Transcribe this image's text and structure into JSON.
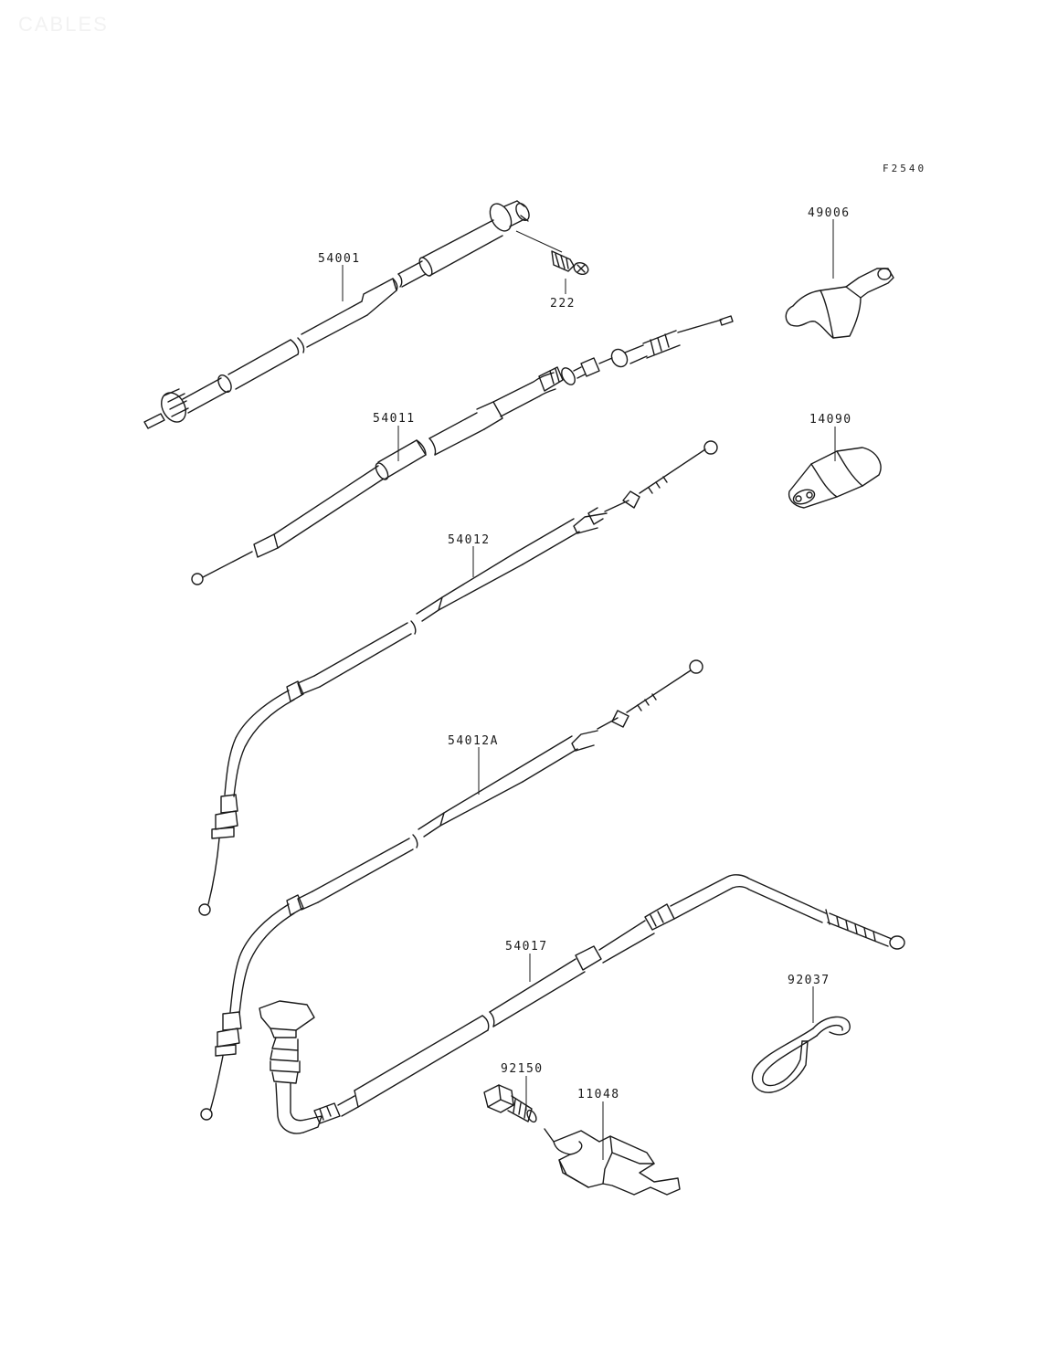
{
  "page_title": "CABLES",
  "figure_code": "F2540",
  "callouts": {
    "c54001": "54001",
    "c222": "222",
    "c49006": "49006",
    "c54011": "54011",
    "c14090": "14090",
    "c54012": "54012",
    "c54012A": "54012A",
    "c54017": "54017",
    "c92037": "92037",
    "c92150": "92150",
    "c11048": "11048"
  }
}
